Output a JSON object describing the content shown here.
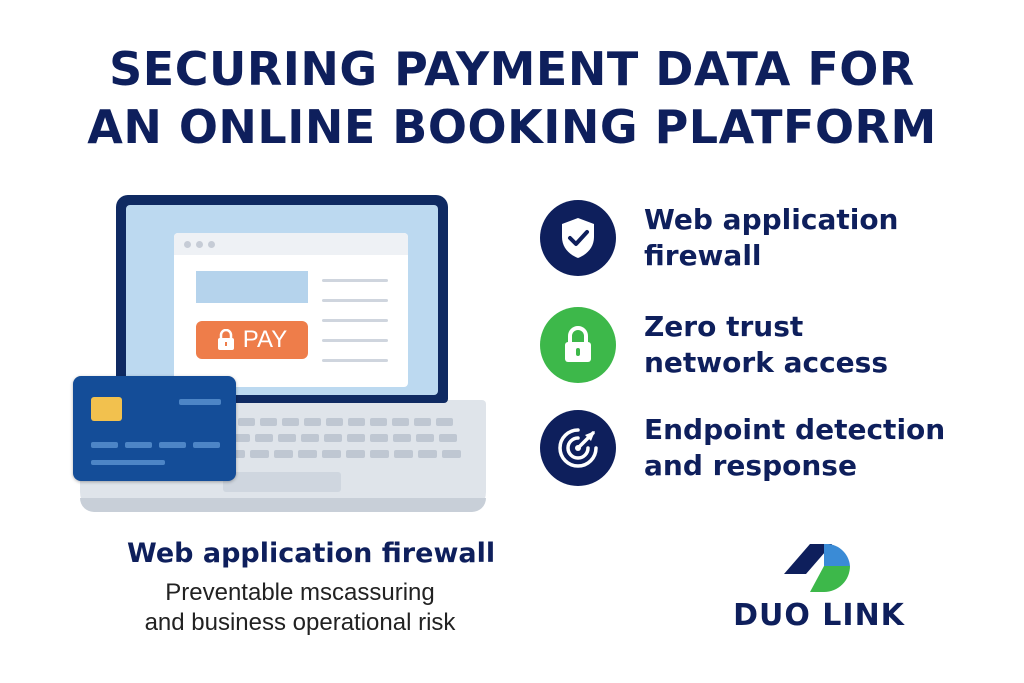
{
  "title": {
    "line1": "SECURING PAYMENT DATA FOR",
    "line2": "AN ONLINE BOOKING PLATFORM"
  },
  "illustration": {
    "pay_button_label": "PAY"
  },
  "features": [
    {
      "line1": "Web application",
      "line2": "firewall",
      "icon": "shield-check-icon",
      "color": "#0e1f5c"
    },
    {
      "line1": "Zero trust",
      "line2": "network access",
      "icon": "padlock-icon",
      "color": "#3db84a"
    },
    {
      "line1": "Endpoint detection",
      "line2": "and response",
      "icon": "radar-icon",
      "color": "#0e1f5c"
    }
  ],
  "bottom": {
    "heading": "Web application firewall",
    "desc_line1": "Preventable mscassuring",
    "desc_line2": "and business operational risk"
  },
  "logo": {
    "text": "DUO LINK",
    "colors": [
      "#0e1f5c",
      "#3db84a",
      "#3a8bd6"
    ]
  },
  "colors": {
    "navy": "#0e1f5c",
    "green": "#3db84a",
    "orange": "#ee7d4a",
    "card_blue": "#144d98"
  }
}
